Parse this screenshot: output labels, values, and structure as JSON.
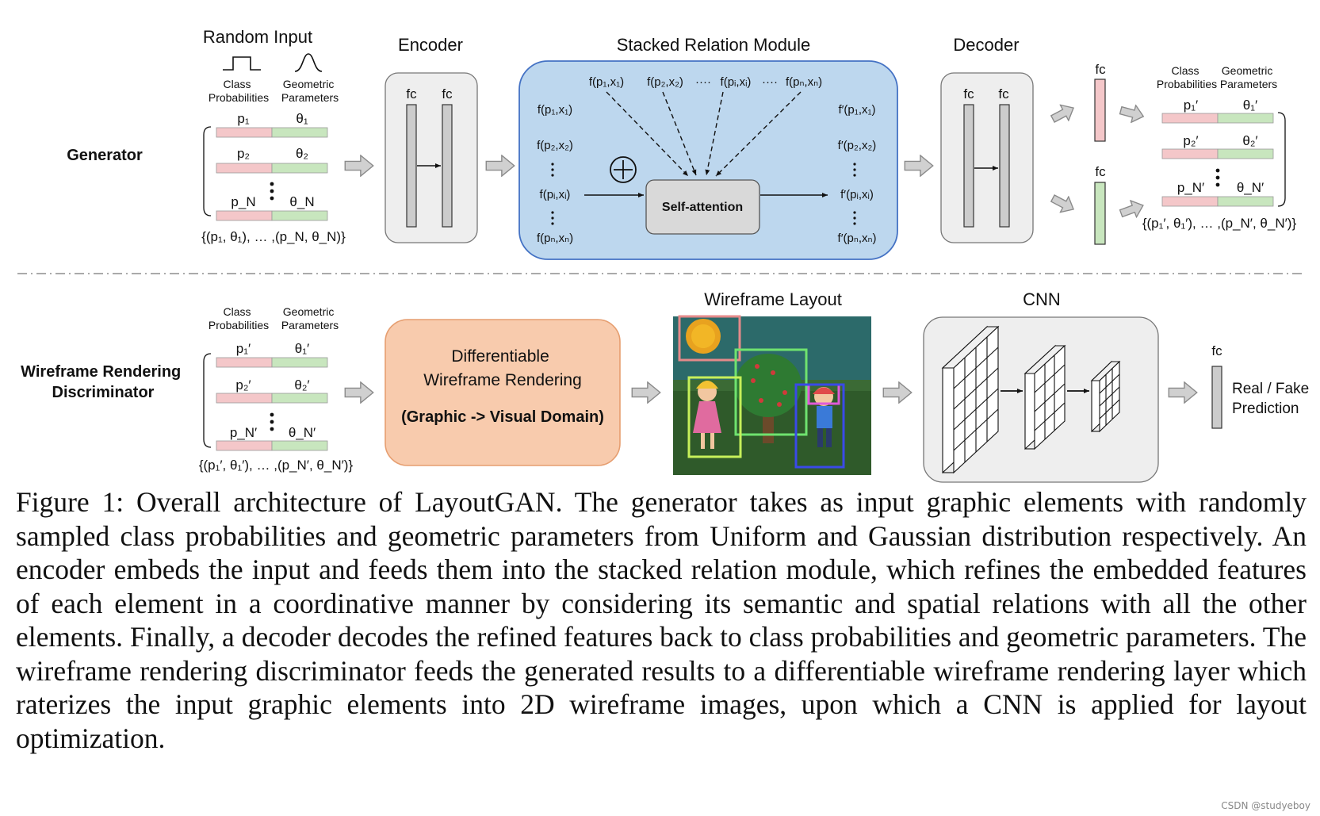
{
  "generator": {
    "row_label": "Generator",
    "random_input": {
      "title": "Random Input",
      "class_label": [
        "Class",
        "Probabilities"
      ],
      "geom_label": [
        "Geometric",
        "Parameters"
      ],
      "rows": [
        {
          "p": "p₁",
          "t": "θ₁"
        },
        {
          "p": "p₂",
          "t": "θ₂"
        },
        {
          "p": "p_N",
          "t": "θ_N"
        }
      ],
      "set_text": "{(p₁, θ₁), … ,(p_N, θ_N)}"
    },
    "encoder": {
      "title": "Encoder",
      "fc_labels": [
        "fc",
        "fc"
      ]
    },
    "relation": {
      "title": "Stacked Relation Module",
      "top_inputs": [
        "f(p₁,x₁)",
        "f(p₂,x₂)",
        "····",
        "f(pᵢ,xᵢ)",
        "····",
        "f(pₙ,xₙ)"
      ],
      "left": [
        "f(p₁,x₁)",
        "f(p₂,x₂)",
        "f(pᵢ,xᵢ)",
        "f(pₙ,xₙ)"
      ],
      "right": [
        "f′(p₁,x₁)",
        "f′(p₂,x₂)",
        "f′(pᵢ,xᵢ)",
        "f′(pₙ,xₙ)"
      ],
      "attention_label": "Self-attention",
      "plus": "+"
    },
    "decoder": {
      "title": "Decoder",
      "fc_labels": [
        "fc",
        "fc"
      ]
    },
    "output_fc": [
      "fc",
      "fc"
    ],
    "output": {
      "class_label": [
        "Class",
        "Probabilities"
      ],
      "geom_label": [
        "Geometric",
        "Parameters"
      ],
      "rows": [
        {
          "p": "p₁′",
          "t": "θ₁′"
        },
        {
          "p": "p₂′",
          "t": "θ₂′"
        },
        {
          "p": "p_N′",
          "t": "θ_N′"
        }
      ],
      "set_text": "{(p₁′, θ₁′), … ,(p_N′, θ_N′)}"
    }
  },
  "discriminator": {
    "row_label": [
      "Wireframe Rendering",
      "Discriminator"
    ],
    "input": {
      "class_label": [
        "Class",
        "Probabilities"
      ],
      "geom_label": [
        "Geometric",
        "Parameters"
      ],
      "rows": [
        {
          "p": "p₁′",
          "t": "θ₁′"
        },
        {
          "p": "p₂′",
          "t": "θ₂′"
        },
        {
          "p": "p_N′",
          "t": "θ_N′"
        }
      ],
      "set_text": "{(p₁′, θ₁′), … ,(p_N′, θ_N′)}"
    },
    "renderer": {
      "lines": [
        "Differentiable",
        "Wireframe Rendering"
      ],
      "sub": "(Graphic -> Visual Domain)"
    },
    "wireframe_title": "Wireframe Layout",
    "cnn_title": "CNN",
    "fc_label": "fc",
    "prediction": [
      "Real / Fake",
      "Prediction"
    ]
  },
  "caption": "Figure 1: Overall architecture of LayoutGAN. The generator takes as input graphic elements with randomly sampled class probabilities and geometric parameters from Uniform and Gaussian distribution respectively. An encoder embeds the input and feeds them into the stacked relation module, which refines the embedded features of each element in a coordinative manner by considering its semantic and spatial relations with all the other elements. Finally, a decoder decodes the refined features back to class probabilities and geometric parameters. The wireframe rendering discriminator feeds the generated results to a differentiable wireframe rendering layer which raterizes the input graphic elements into 2D wireframe images, upon which a CNN is applied for layout optimization.",
  "watermark": "CSDN @studyeboy",
  "colors": {
    "pink": "#f4c7c9",
    "green": "#c8e6be",
    "relation_blue": "#bdd7ee",
    "relation_border": "#4472c4",
    "render_orange": "#f8cbad",
    "render_border": "#e69e70",
    "block_gray": "#eeeeee",
    "arrow_gray": "#d0d0d0"
  }
}
